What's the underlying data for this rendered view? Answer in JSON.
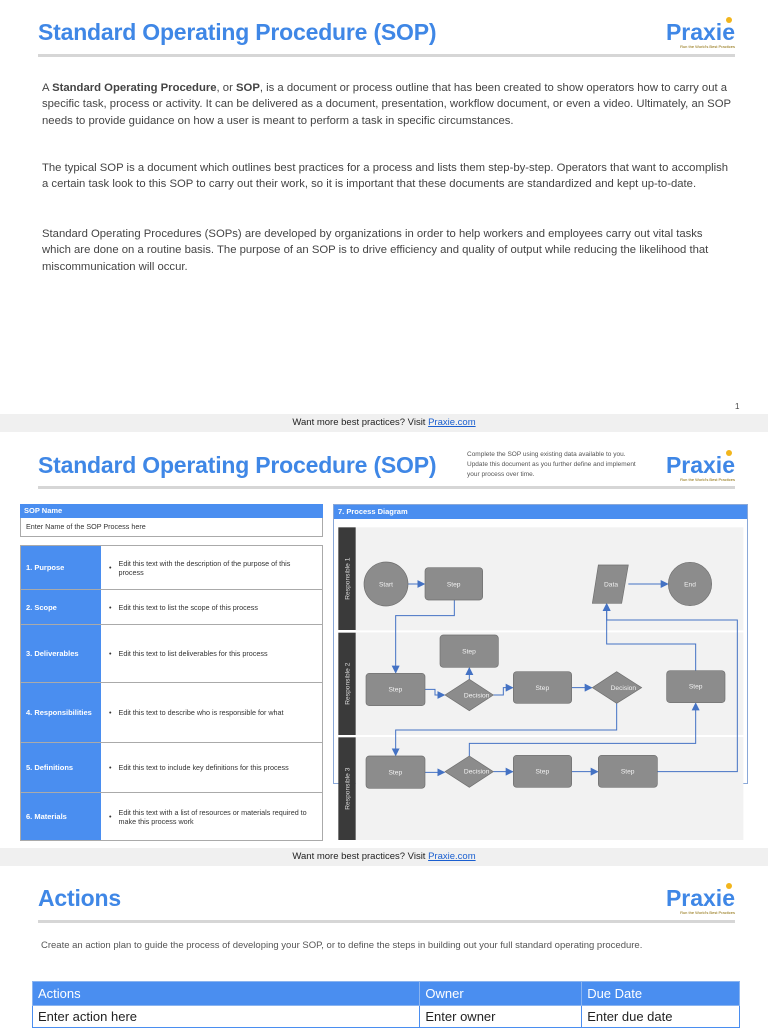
{
  "brand": {
    "logo": "Praxie",
    "tagline": "Run the World's Best Practices",
    "accent": "#4a8ef0",
    "connector": "#4472c4"
  },
  "page1": {
    "title": "Standard Operating Procedure (SOP)",
    "p1": {
      "pre": "A ",
      "b1": "Standard Operating Procedure",
      "mid": ", or ",
      "b2": "SOP",
      "post": ", is a document or process outline that has been created to show operators how to carry out a specific task, process or activity. It can be delivered as a document, presentation, workflow document, or even a video. Ultimately, an SOP needs to provide guidance on how a user is meant to perform a task in specific circumstances."
    },
    "p2": "The typical SOP is a document which outlines best practices for a process and lists them step-by-step. Operators that want to accomplish a certain task look to this SOP to carry out their work, so it is important that these documents are standardized and kept up-to-date.",
    "p3": "Standard Operating Procedures (SOPs) are developed by organizations in order to help workers and employees carry out vital tasks which are done on a routine basis. The purpose of an SOP is to drive efficiency and quality of output while reducing the likelihood that miscommunication will occur.",
    "page_number": "1"
  },
  "footer": {
    "text": "Want more best practices? Visit ",
    "link": "Praxie.com"
  },
  "page2": {
    "title": "Standard Operating Procedure (SOP)",
    "note": "Complete the SOP using existing data available to you. Update this document as you further define and implement your process over time.",
    "sop_name_label": "SOP Name",
    "sop_name_value": "Enter Name of the SOP Process here",
    "sections": [
      {
        "label": "1. Purpose",
        "text": "Edit this text with the description of the purpose of this process"
      },
      {
        "label": "2. Scope",
        "text": "Edit this text to list the scope of this process"
      },
      {
        "label": "3. Deliverables",
        "text": "Edit this text to list deliverables for this process"
      },
      {
        "label": "4. Responsibilities",
        "text": "Edit this text to describe who is responsible for what"
      },
      {
        "label": "5. Definitions",
        "text": "Edit this text to include key definitions for this process"
      },
      {
        "label": "6. Materials",
        "text": "Edit this text with a list of resources or materials required to make this process work"
      }
    ],
    "diagram": {
      "header": "7. Process Diagram",
      "lanes": [
        "Responsible 1",
        "Responsible 2",
        "Responsible 3"
      ],
      "start": "Start",
      "end": "End",
      "data": "Data",
      "step": "Step",
      "decision": "Decision"
    }
  },
  "page3": {
    "title": "Actions",
    "intro": "Create an action plan to guide the process of developing your SOP, or to define the steps in building out your full standard operating procedure.",
    "table": {
      "headers": [
        "Actions",
        "Owner",
        "Due Date"
      ],
      "rows": [
        [
          "Enter action here",
          "Enter owner",
          "Enter due date"
        ]
      ]
    }
  }
}
